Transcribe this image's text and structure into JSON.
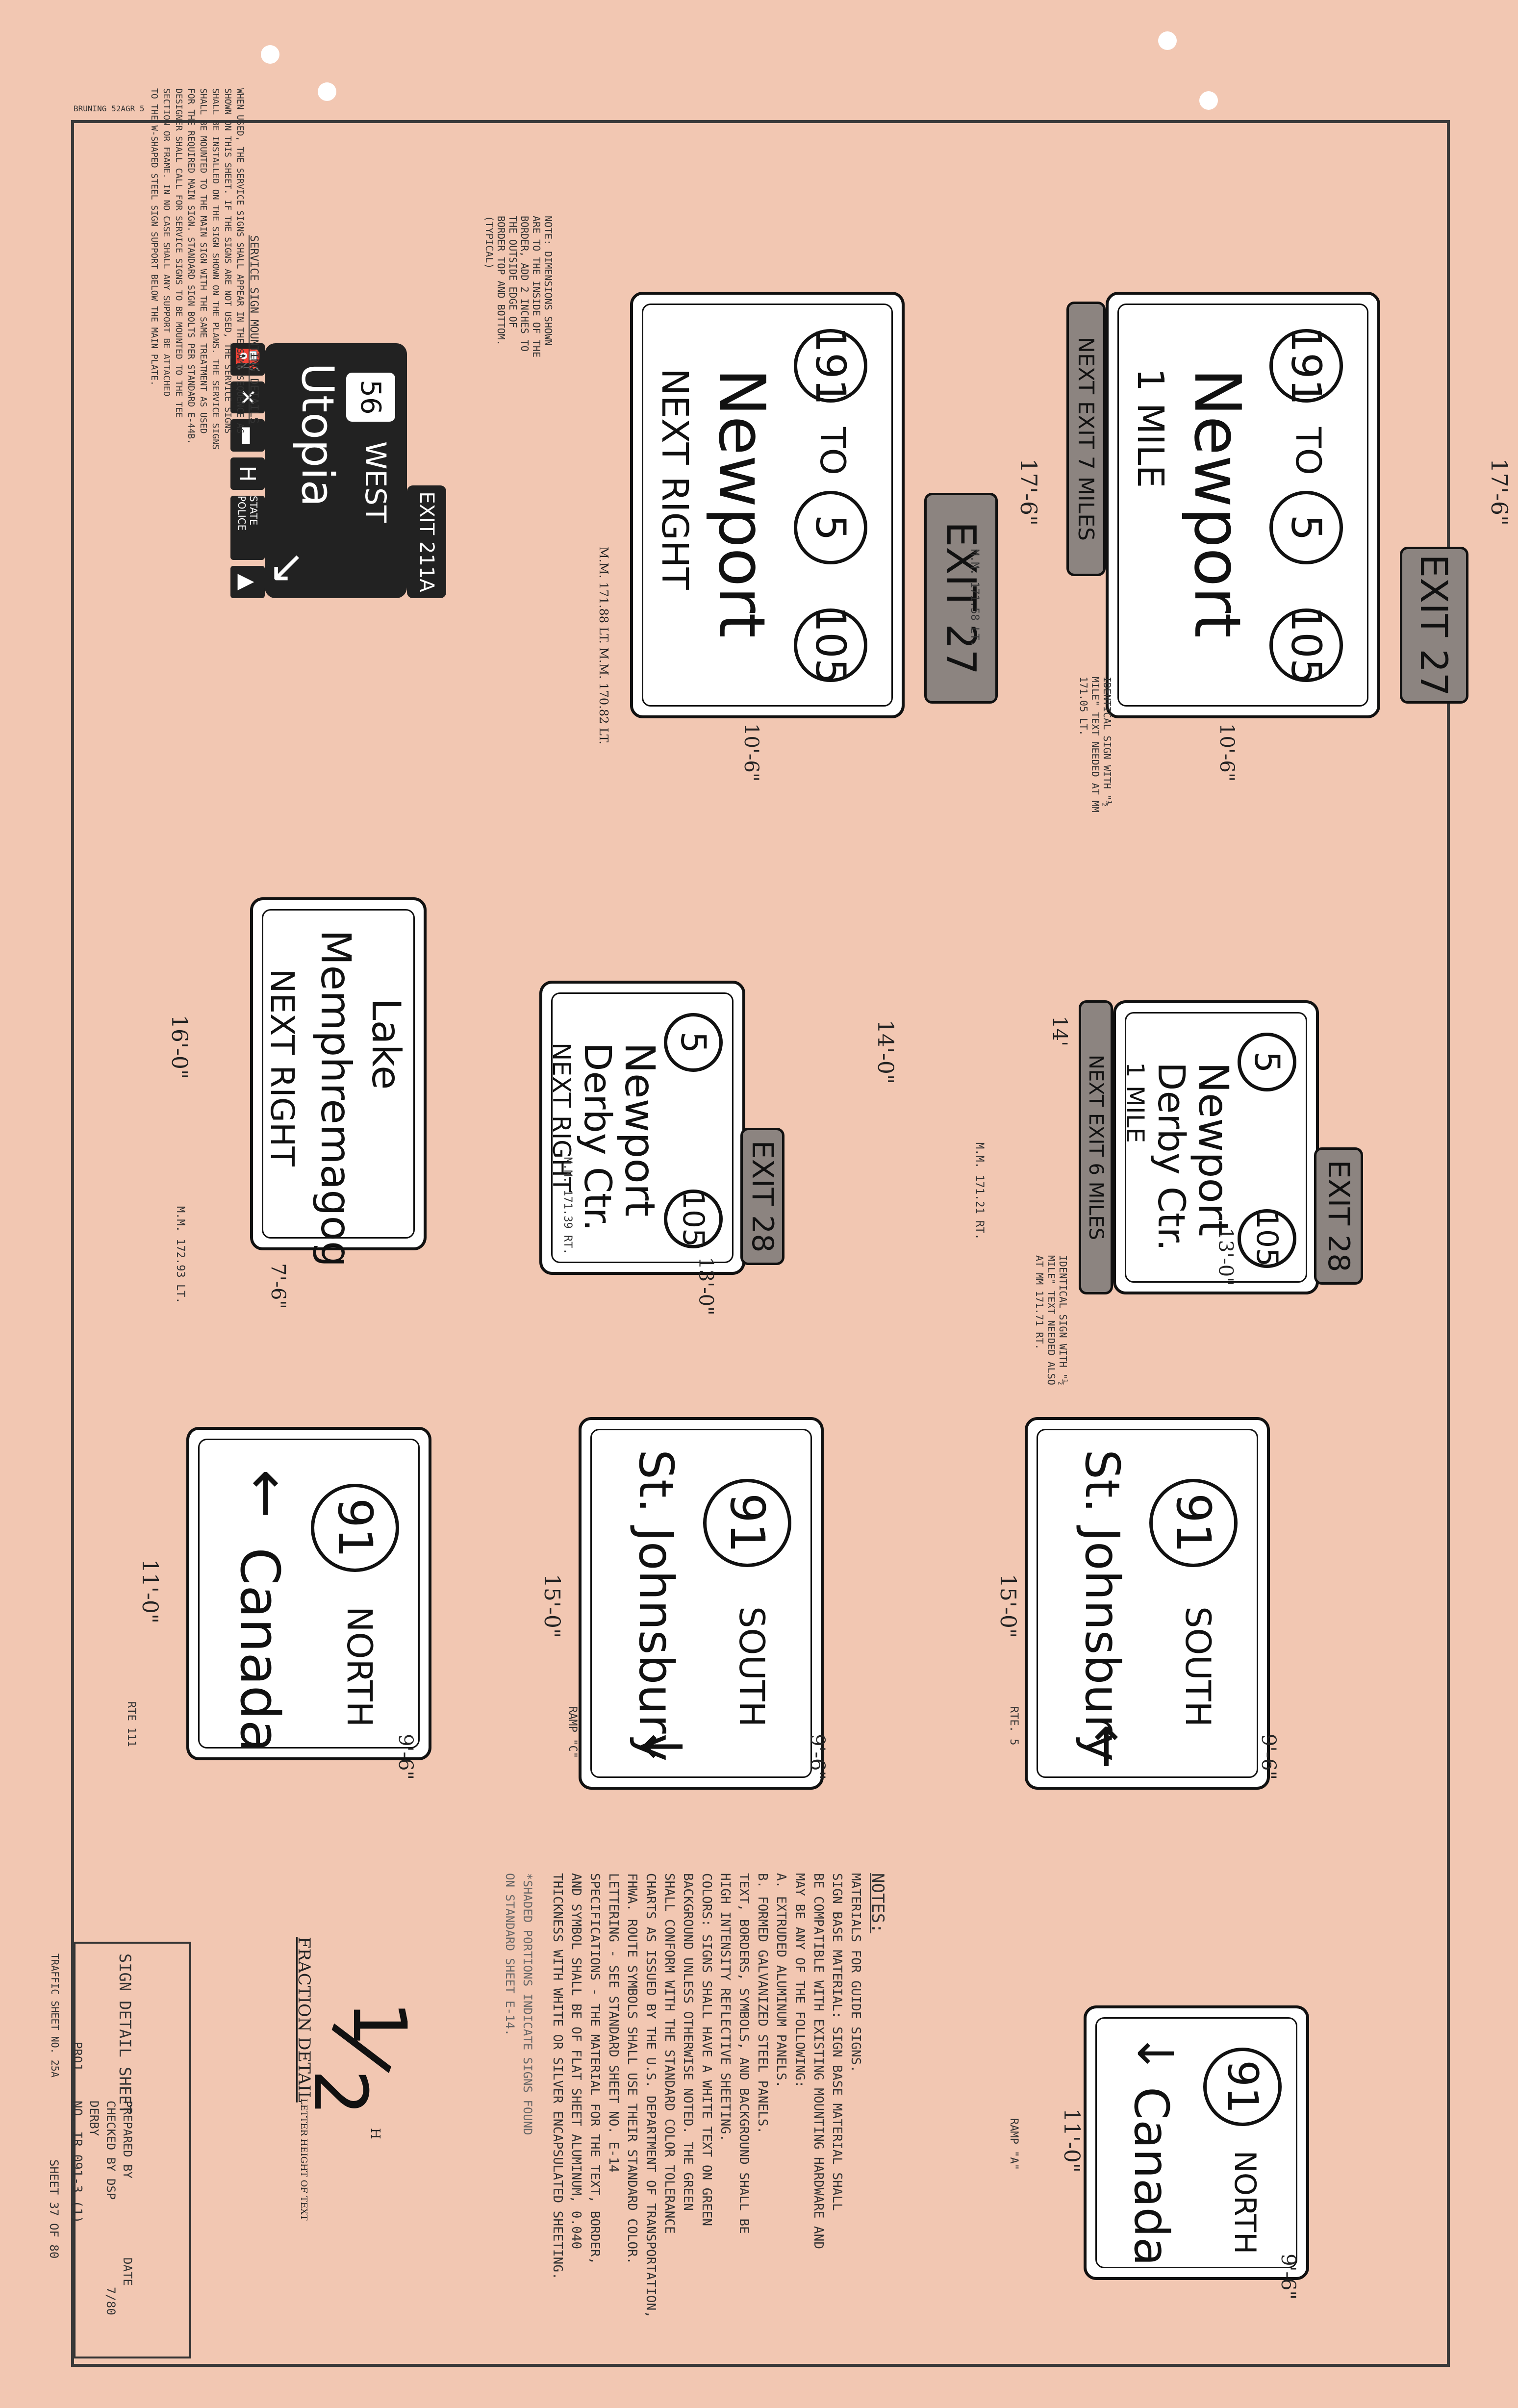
{
  "stamp": "BRUNING 52AGR 5",
  "signs": {
    "a": {
      "exit_tab": "EXIT 27",
      "route1": "191",
      "to": "TO",
      "route2": "5",
      "route3": "105",
      "place": "Newport",
      "dest": "NEXT RIGHT",
      "mm": "M.M. 171.88 LT.  M.M. 170.82 LT.",
      "width": "17'-6\"",
      "height": "10'-6\""
    },
    "b": {
      "exit_tab": "EXIT 27",
      "route1": "191",
      "to": "TO",
      "route2": "5",
      "route3": "105",
      "place": "Newport",
      "dist": "1 MILE",
      "advance": "NEXT EXIT 7 MILES",
      "mm": "M.M. 171.58 LT.",
      "width": "17'-6\"",
      "height": "10'-6\"",
      "note": "IDENTICAL SIGN WITH \"½ MILE\" TEXT NEEDED AT MM 171.05 LT."
    },
    "c": {
      "line1": "Lake",
      "line2": "Memphremagog",
      "line3": "NEXT RIGHT",
      "mm": "M.M. 172.93 LT.",
      "width": "16'-0\"",
      "height": "7'-6\""
    },
    "d": {
      "exit_tab": "EXIT 28",
      "route1": "5",
      "route2": "105",
      "place1": "Newport",
      "place2": "Derby Ctr.",
      "dest": "NEXT RIGHT",
      "mm": "M.M. 171.39 RT.",
      "width": "14'-0\"",
      "height": "13'-0\""
    },
    "e": {
      "exit_tab": "EXIT 28",
      "route1": "5",
      "route2": "105",
      "place1": "Newport",
      "place2": "Derby Ctr.",
      "dist": "1 MILE",
      "advance": "NEXT EXIT 6 MILES",
      "mm": "M.M. 171.21 RT.",
      "width": "14'",
      "height": "13'-0\"",
      "note": "IDENTICAL SIGN WITH \"½ MILE\" TEXT NEEDED ALSO AT MM 171.71 RT."
    },
    "f": {
      "route": "91",
      "dir": "NORTH",
      "place": "Canada",
      "loc": "RTE 111",
      "width": "11'-0\"",
      "height": "9'-6\""
    },
    "g": {
      "route": "91",
      "dir": "SOUTH",
      "place": "St. Johnsbury",
      "loc": "RAMP \"C\"",
      "width": "15'-0\"",
      "height": "9'-6\""
    },
    "h": {
      "route": "91",
      "dir": "SOUTH",
      "place": "St. Johnsbury",
      "loc": "RTE. 5",
      "width": "15'-0\"",
      "height": "9'-6\""
    },
    "i": {
      "route": "91",
      "dir": "NORTH",
      "place": "Canada",
      "loc": "RAMP \"A\"",
      "width": "11'-0\"",
      "height": "9'-6\""
    }
  },
  "service": {
    "exit": "EXIT 211A",
    "route": "56",
    "dir": "WEST",
    "place": "Utopia",
    "label": "STATE POLICE",
    "title": "SERVICE SIGN MOUNTING DETAILS",
    "text": [
      "WHEN USED, THE SERVICE SIGNS SHALL APPEAR IN THE SAME SEQUENCE AS",
      "SHOWN ON THIS SHEET. IF THE SIGNS ARE NOT USED, THE SERVICE SIGNS",
      "SHALL BE INSTALLED ON THE SIGN SHOWN ON THE PLANS. THE SERVICE SIGNS",
      "SHALL BE MOUNTED TO THE MAIN SIGN WITH THE SAME TREATMENT AS USED",
      "FOR THE REQUIRED MAIN SIGN. STANDARD SIGN BOLTS PER STANDARD E-44B.",
      "DESIGNER SHALL CALL FOR SERVICE SIGNS TO BE MOUNTED TO THE TEE",
      "SECTION OR FRAME. IN NO CASE SHALL ANY SUPPORT BE ATTACHED",
      "TO THE W-SHAPED STEEL SIGN SUPPORT BELOW THE MAIN PLATE."
    ]
  },
  "dimension_note": "NOTE: DIMENSIONS SHOWN ARE TO THE INSIDE OF THE BORDER, ADD 2 INCHES TO THE OUTSIDE EDGE OF BORDER TOP AND BOTTOM. (TYPICAL)",
  "notes": {
    "title": "NOTES:",
    "lines": [
      "MATERIALS FOR GUIDE SIGNS.",
      "SIGN BASE MATERIAL: SIGN BASE MATERIAL SHALL",
      "BE COMPATIBLE WITH EXISTING MOUNTING HARDWARE AND",
      "MAY BE ANY OF THE FOLLOWING:",
      "A. EXTRUDED ALUMINUM PANELS.",
      "B. FORMED GALVANIZED STEEL PANELS.",
      "TEXT, BORDERS, SYMBOLS, AND BACKGROUND SHALL BE",
      "HIGH INTENSITY REFLECTIVE SHEETING.",
      "COLORS: SIGNS SHALL HAVE A WHITE TEXT ON GREEN",
      "BACKGROUND UNLESS OTHERWISE NOTED. THE GREEN",
      "SHALL CONFORM WITH THE STANDARD COLOR TOLERANCE",
      "CHARTS AS ISSUED BY THE U.S. DEPARTMENT OF TRANSPORTATION,",
      "FHWA. ROUTE SYMBOLS SHALL USE THEIR STANDARD COLOR.",
      "LETTERING - SEE STANDARD SHEET NO. E-14",
      "SPECIFICATIONS - THE MATERIAL FOR THE TEXT, BORDER,",
      "AND SYMBOL SHALL BE OF FLAT SHEET ALUMINUM, 0.040",
      "THICKNESS WITH WHITE OR SILVER ENCAPSULATED SHEETING.",
      "*SHADED PORTIONS INDICATE SIGNS FOUND",
      "ON STANDARD SHEET E-14."
    ]
  },
  "fraction": {
    "label": "FRACTION DETAIL",
    "num": "1",
    "den": "2",
    "h": "H",
    "note": "LETTER HEIGHT OF TEXT"
  },
  "titleblock": {
    "name": "SIGN DETAIL SHEET",
    "prepared": "PREPARED BY",
    "checked": "CHECKED BY  DSP",
    "date_label": "DATE",
    "date": "7/80",
    "proj_label": "PROJ.",
    "town": "DERBY",
    "proj": "NO. IR 091-3 (1)",
    "traffic": "TRAFFIC SHEET NO. 25A",
    "sheet": "SHEET 37 OF 80"
  }
}
